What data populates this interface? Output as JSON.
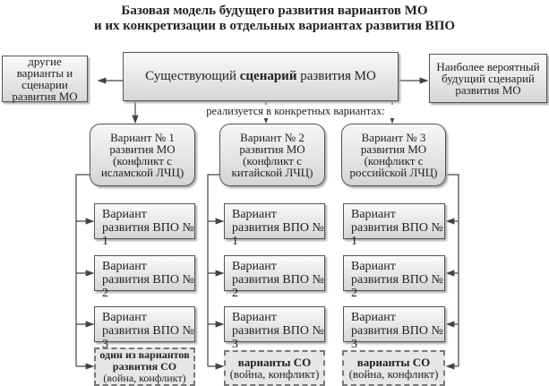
{
  "title": [
    "Базовая модель будущего развития вариантов МО",
    "и их конкретизации в отдельных вариантах развития ВПО"
  ],
  "left_box": "другие варианты и сценарии развития МО",
  "central_box": {
    "pre": "Существующий ",
    "bold": "сценарий",
    "post": " развития МО"
  },
  "right_box": "Наиболее вероятный будущий сценарий развития МО",
  "realized_label": "реализуется в конкретных вариантах:",
  "variants": [
    {
      "label": "Вариант № 1 развития МО (конфликт с исламской ЛЧЦ)",
      "docs": [
        "Вариант развития ВПО № 1",
        "Вариант развития ВПО № 2",
        "Вариант развития ВПО № 3"
      ],
      "co_bold": "один из вариантов развития СО",
      "co_note": "(война, конфликт)"
    },
    {
      "label": "Вариант № 2 развития МО (конфликт с китайской ЛЧЦ)",
      "docs": [
        "Вариант развития ВПО № 1",
        "Вариант развития ВПО № 2",
        "Вариант развития ВПО № 3"
      ],
      "co_bold": "варианты СО",
      "co_note": "(война, конфликт)"
    },
    {
      "label": "Вариант № 3 развития МО (конфликт с российской ЛЧЦ)",
      "docs": [
        "Вариант развития ВПО № 1",
        "Вариант развития ВПО № 2",
        "Вариант развития ВПО № 3"
      ],
      "co_bold": "варианты СО",
      "co_note": "(война, конфликт)"
    }
  ]
}
